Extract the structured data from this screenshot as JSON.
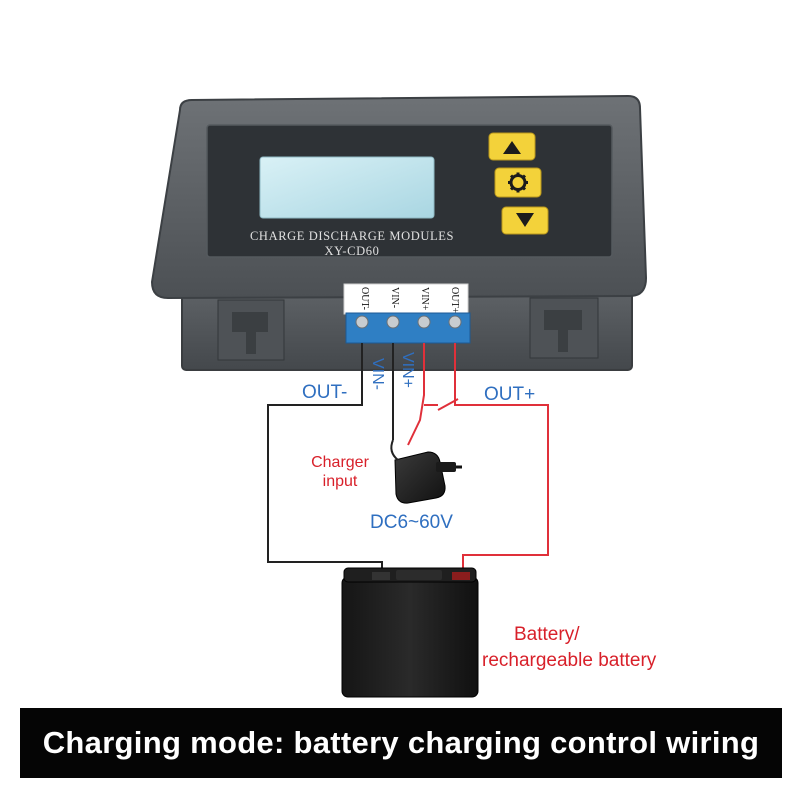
{
  "module": {
    "name_line1": "CHARGE DISCHARGE MODULES",
    "name_line2": "XY-CD60",
    "buttons": [
      {
        "icon": "up-arrow-icon"
      },
      {
        "icon": "gear-icon"
      },
      {
        "icon": "down-arrow-icon"
      }
    ],
    "terminals": [
      "OUT-",
      "VIN-",
      "VIN+",
      "OUT+"
    ],
    "colors": {
      "housing": "#5c6064",
      "panel": "#2e3236",
      "lcd": "#bfe3ec",
      "button": "#f3d23a",
      "terminal_block": "#2f7fc4"
    }
  },
  "wiring": {
    "labels": {
      "out_minus": "OUT-",
      "vin_minus": "VIN-",
      "vin_plus": "VIN+",
      "out_plus": "OUT+"
    },
    "charger_label_line1": "Charger",
    "charger_label_line2": "input",
    "charger_voltage": "DC6~60V",
    "battery_label_line1": "Battery/",
    "battery_label_line2": "rechargeable battery",
    "colors": {
      "label_blue": "#2f6fc0",
      "label_red": "#d8202a",
      "wire_black": "#222222",
      "wire_red": "#e0303a"
    }
  },
  "caption": "Charging mode: battery charging control wiring"
}
